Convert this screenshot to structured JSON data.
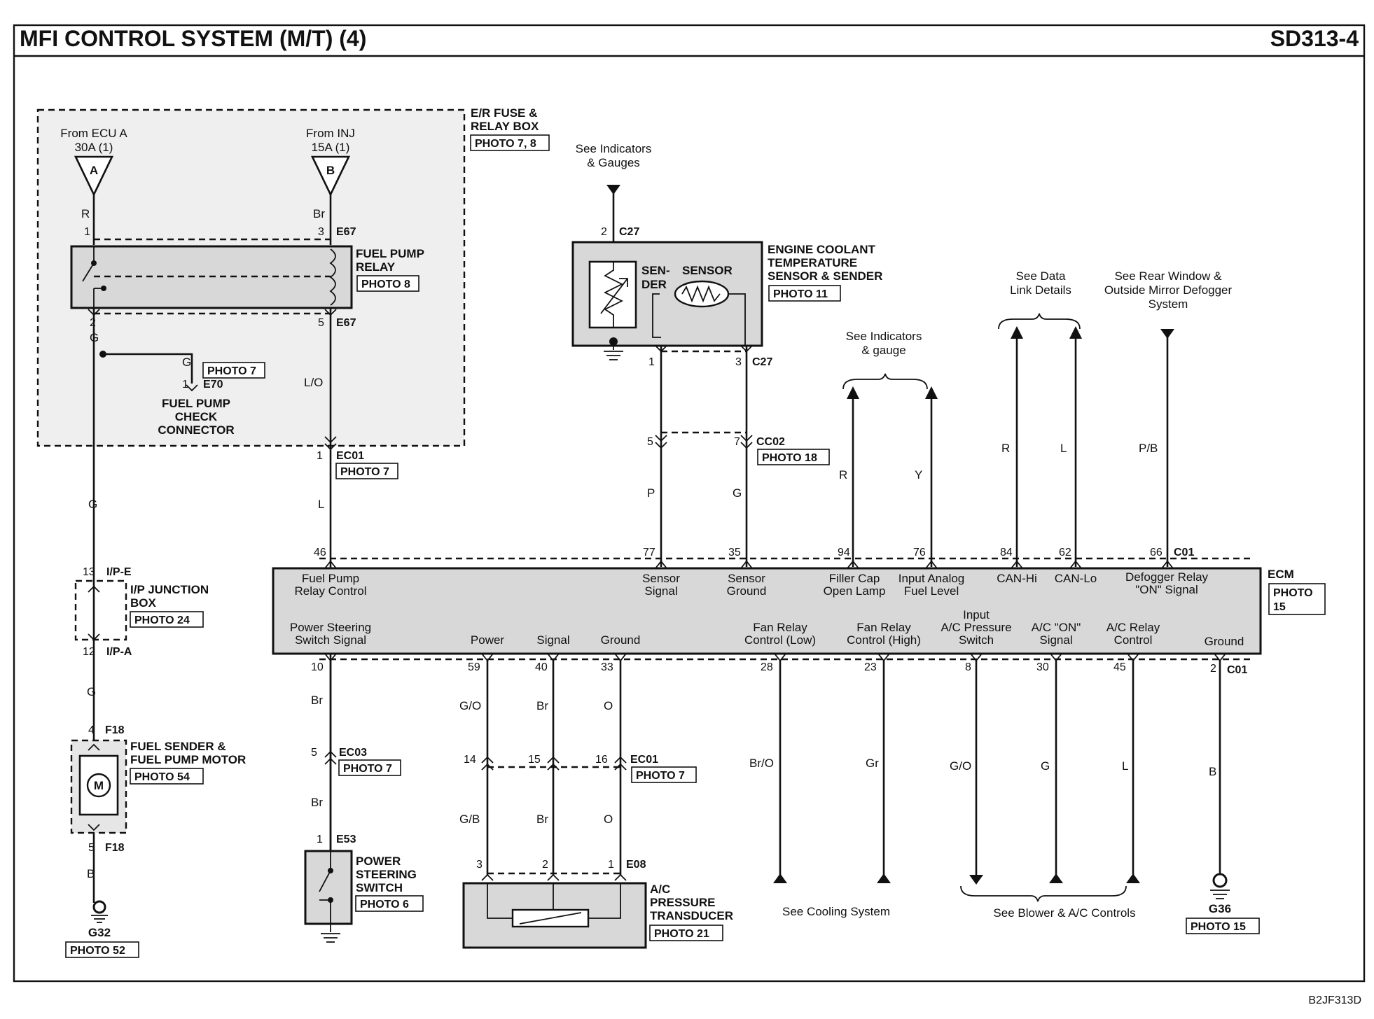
{
  "header": {
    "title": "MFI CONTROL SYSTEM (M/T) (4)",
    "code": "SD313-4"
  },
  "footer": {
    "ref": "B2JF313D"
  },
  "er_box": {
    "title_line1": "E/R FUSE &",
    "title_line2": "RELAY BOX",
    "photo": "PHOTO 7, 8"
  },
  "source_a": {
    "line1": "From ECU A",
    "line2": "30A (1)",
    "letter": "A"
  },
  "source_b": {
    "line1": "From INJ",
    "line2": "15A (1)",
    "letter": "B"
  },
  "fuel_pump_relay": {
    "line1": "FUEL PUMP",
    "line2": "RELAY",
    "photo": "PHOTO 8",
    "connector_top": "E67",
    "connector_bottom": "E67"
  },
  "fuel_pump_check": {
    "line1": "FUEL PUMP",
    "line2": "CHECK",
    "line3": "CONNECTOR",
    "photo": "PHOTO 7",
    "connector": "E70"
  },
  "ec01_top": {
    "connector": "EC01",
    "photo": "PHOTO 7"
  },
  "ip_junction": {
    "line1": "I/P JUNCTION",
    "line2": "BOX",
    "photo": "PHOTO 24",
    "top": "I/P-E",
    "bottom": "I/P-A"
  },
  "fuel_sender": {
    "line1": "FUEL SENDER &",
    "line2": "FUEL PUMP MOTOR",
    "photo": "PHOTO 54",
    "connector": "F18",
    "motor": "M"
  },
  "g32": {
    "name": "G32",
    "photo": "PHOTO 52"
  },
  "ect": {
    "line1": "ENGINE COOLANT",
    "line2": "TEMPERATURE",
    "line3": "SENSOR & SENDER",
    "photo": "PHOTO 11",
    "connector": "C27",
    "sender": "SEN-",
    "sender2": "DER",
    "sensor": "SENSOR",
    "ref_line1": "See Indicators",
    "ref_line2": "& Gauges"
  },
  "cc02": {
    "connector": "CC02",
    "photo": "PHOTO 18"
  },
  "refs": {
    "indicators_gauge_1": "See Indicators",
    "indicators_gauge_2": "& gauge",
    "data_link_1": "See Data",
    "data_link_2": "Link Details",
    "defogger_1": "See Rear Window &",
    "defogger_2": "Outside Mirror Defogger",
    "defogger_3": "System",
    "cooling": "See Cooling System",
    "blower": "See Blower & A/C Controls"
  },
  "ecm": {
    "name": "ECM",
    "photo_line1": "PHOTO",
    "photo_line2": "15",
    "connector": "C01",
    "top_labels": {
      "fuel_pump_1": "Fuel Pump",
      "fuel_pump_2": "Relay Control",
      "sensor_signal_1": "Sensor",
      "sensor_signal_2": "Signal",
      "sensor_ground_1": "Sensor",
      "sensor_ground_2": "Ground",
      "filler_cap_1": "Filler Cap",
      "filler_cap_2": "Open Lamp",
      "input_analog_1": "Input Analog",
      "input_analog_2": "Fuel Level",
      "can_hi": "CAN-Hi",
      "can_lo": "CAN-Lo",
      "defogger_1": "Defogger Relay",
      "defogger_2": "\"ON\" Signal"
    },
    "bottom_labels": {
      "ps_1": "Power Steering",
      "ps_2": "Switch Signal",
      "power": "Power",
      "signal": "Signal",
      "ground": "Ground",
      "fan_low_1": "Fan Relay",
      "fan_low_2": "Control (Low)",
      "fan_high_1": "Fan Relay",
      "fan_high_2": "Control (High)",
      "ac_press_1": "Input",
      "ac_press_2": "A/C Pressure",
      "ac_press_3": "Switch",
      "ac_on_1": "A/C \"ON\"",
      "ac_on_2": "Signal",
      "ac_relay_1": "A/C Relay",
      "ac_relay_2": "Control",
      "ground2": "Ground"
    }
  },
  "ec03": {
    "connector": "EC03",
    "photo": "PHOTO 7"
  },
  "ec01_bottom": {
    "connector": "EC01",
    "photo": "PHOTO 7"
  },
  "ps_switch": {
    "line1": "POWER",
    "line2": "STEERING",
    "line3": "SWITCH",
    "photo": "PHOTO 6",
    "connector": "E53"
  },
  "ac_transducer": {
    "line1": "A/C",
    "line2": "PRESSURE",
    "line3": "TRANSDUCER",
    "photo": "PHOTO 21",
    "connector": "E08"
  },
  "g36": {
    "name": "G36",
    "photo": "PHOTO 15"
  },
  "pins": {
    "p1a": "1",
    "p3a": "3",
    "p2a": "2",
    "p5a": "5",
    "pg_e70": "1",
    "p1_ec01": "1",
    "p13": "13",
    "p12": "12",
    "p4": "4",
    "p5": "5",
    "c27_2": "2",
    "c27_1": "1",
    "c27_3": "3",
    "cc02_5": "5",
    "cc02_7": "7",
    "e46": "46",
    "e77": "77",
    "e35": "35",
    "e94": "94",
    "e76": "76",
    "e84": "84",
    "e62": "62",
    "e66": "66",
    "e10": "10",
    "e59": "59",
    "e40": "40",
    "e33": "33",
    "e28": "28",
    "e23": "23",
    "e8": "8",
    "e30": "30",
    "e45": "45",
    "e2": "2",
    "ec03_5": "5",
    "e53_1": "1",
    "ec01_14": "14",
    "ec01_15": "15",
    "ec01_16": "16",
    "e08_3": "3",
    "e08_2": "2",
    "e08_1": "1"
  },
  "wires": {
    "r": "R",
    "br": "Br",
    "g": "G",
    "g_e70": "G",
    "lo": "L/O",
    "l": "L",
    "g2": "G",
    "g3": "G",
    "b": "B",
    "p": "P",
    "gcc": "G",
    "r94": "R",
    "y76": "Y",
    "r84": "R",
    "l62": "L",
    "pb": "P/B",
    "br10": "Br",
    "br10b": "Br",
    "go": "G/O",
    "br40": "Br",
    "o33": "O",
    "gb": "G/B",
    "br40b": "Br",
    "o33b": "O",
    "bro": "Br/O",
    "gr": "Gr",
    "go8": "G/O",
    "g30": "G",
    "l45": "L",
    "b2": "B"
  }
}
